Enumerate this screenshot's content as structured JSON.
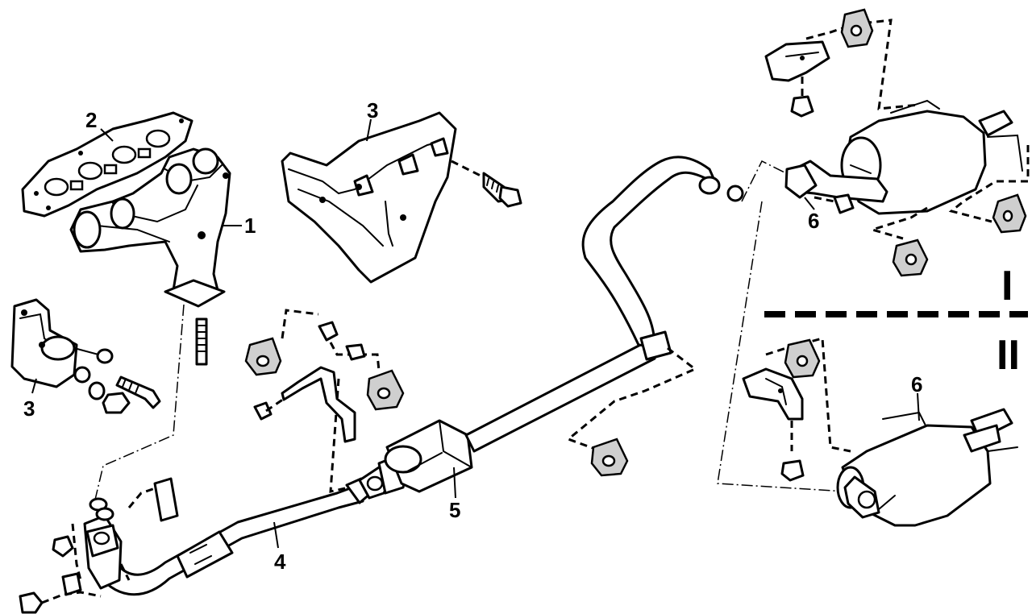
{
  "callouts": [
    {
      "id": "exhaust-manifold",
      "label": "1"
    },
    {
      "id": "manifold-gasket",
      "label": "2"
    },
    {
      "id": "heat-shield-upper",
      "label": "3"
    },
    {
      "id": "heat-shield-lower",
      "label": "3"
    },
    {
      "id": "front-pipe",
      "label": "4"
    },
    {
      "id": "catalytic-converter",
      "label": "5"
    },
    {
      "id": "rear-muffler-variant-1",
      "label": "6"
    },
    {
      "id": "rear-muffler-variant-2",
      "label": "6"
    }
  ],
  "sections": {
    "variant_1": "I",
    "variant_2": "II"
  }
}
